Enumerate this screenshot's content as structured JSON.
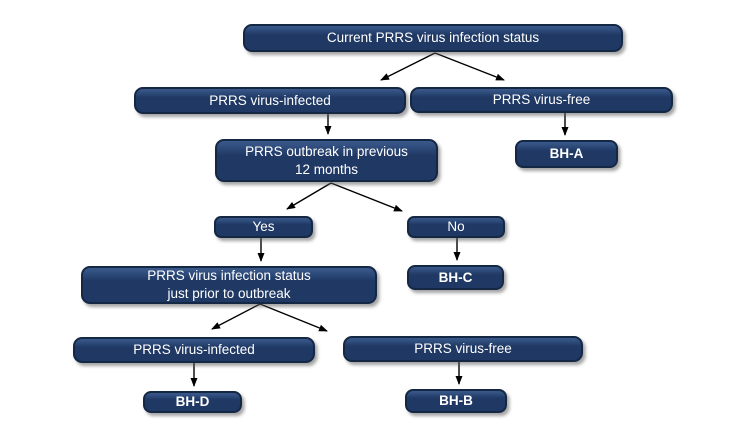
{
  "flowchart": {
    "nodes": {
      "current_status": {
        "label": "Current PRRS virus infection status"
      },
      "infected_1": {
        "label": "PRRS virus-infected"
      },
      "free_1": {
        "label": "PRRS virus-free"
      },
      "outbreak": {
        "label": "PRRS outbreak in previous\n12 months"
      },
      "bh_a": {
        "label": "BH-A"
      },
      "yes": {
        "label": "Yes"
      },
      "no": {
        "label": "No"
      },
      "prior_status": {
        "label": "PRRS virus infection status\njust prior to outbreak"
      },
      "bh_c": {
        "label": "BH-C"
      },
      "infected_2": {
        "label": "PRRS virus-infected"
      },
      "free_2": {
        "label": "PRRS virus-free"
      },
      "bh_d": {
        "label": "BH-D"
      },
      "bh_b": {
        "label": "BH-B"
      }
    },
    "colors": {
      "node_fill": "#1F3864",
      "node_fill_top": "#3A5A8C",
      "node_border": "#142743",
      "node_text": "#FFFFFF",
      "arrow": "#000000",
      "page_bg": "#FFFFFF"
    }
  }
}
